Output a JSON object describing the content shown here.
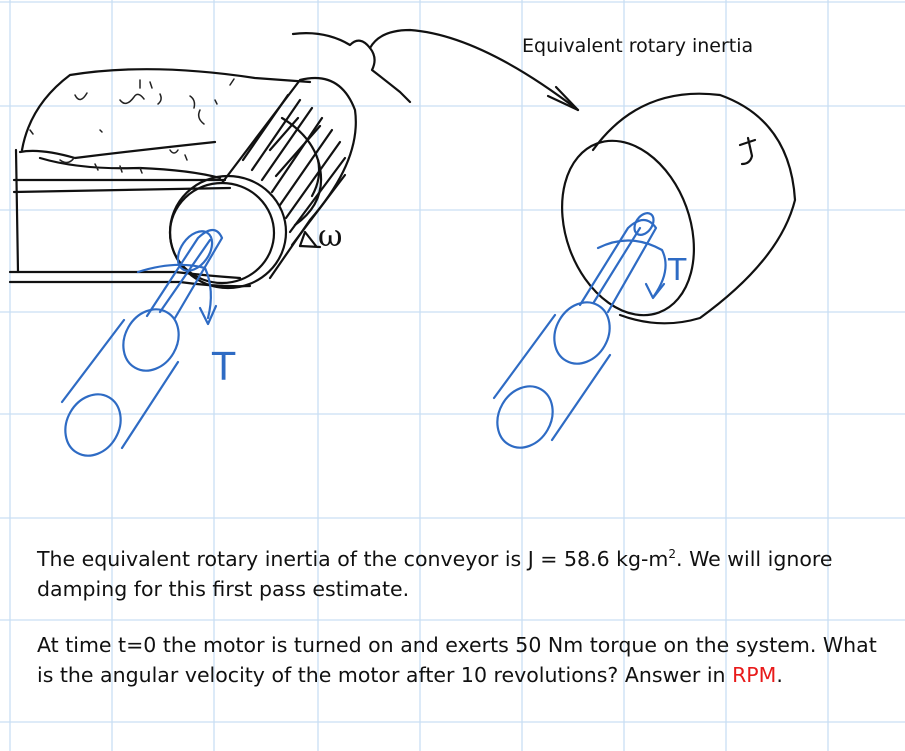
{
  "colors": {
    "grid": "#c9dff3",
    "ink_black": "#111111",
    "ink_blue": "#2e6bc4",
    "highlight": "#e81a1a"
  },
  "labels": {
    "equivalent": "Equivalent rotary inertia",
    "omega": "ω",
    "torque_left": "T",
    "torque_right": "T",
    "inertia_symbol": "J"
  },
  "text": {
    "p1_part1": "The equivalent rotary inertia of the conveyor is J = 58.6 kg-m",
    "p1_sup": "2",
    "p1_part2": ". We will ignore damping for this first pass estimate.",
    "p2_part1": "At time t=0 the motor is turned on and exerts 50 Nm torque on the system. What is the angular velocity of the motor after 10 revolutions? Answer in ",
    "p2_highlight": "RPM",
    "p2_part2": "."
  }
}
